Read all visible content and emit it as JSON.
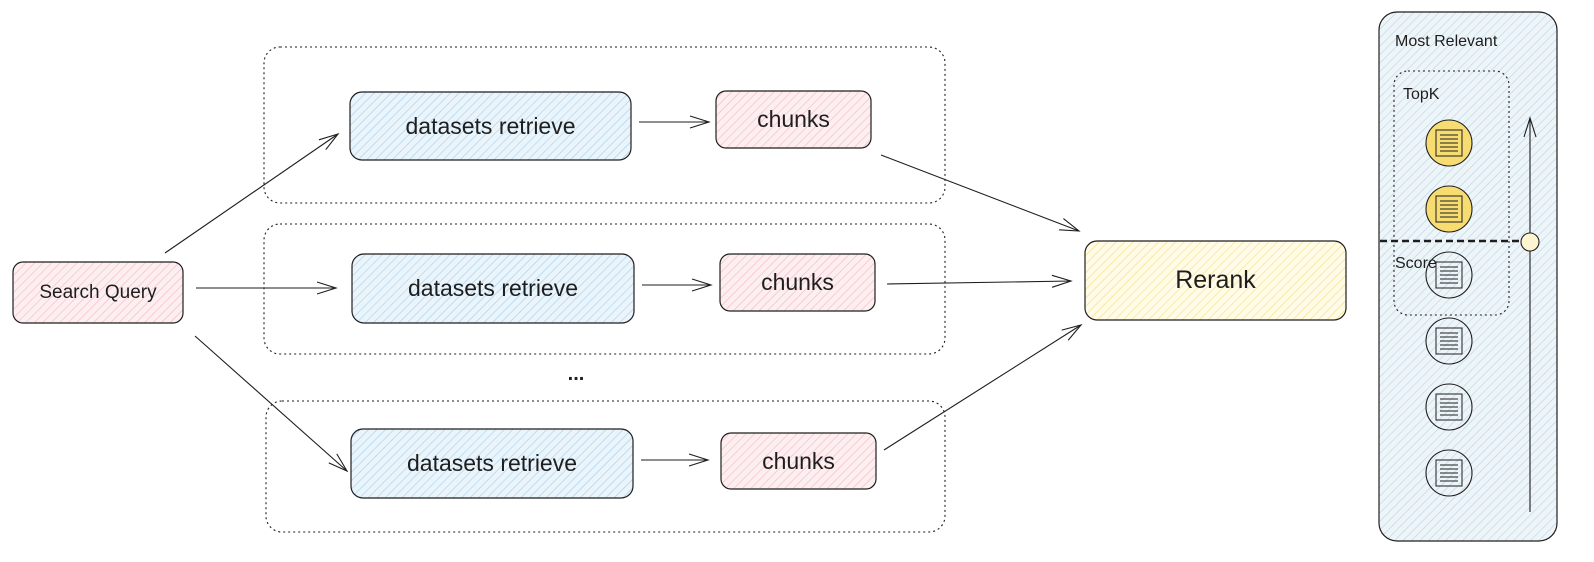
{
  "diagram": {
    "query": {
      "label": "Search Query"
    },
    "branches": [
      {
        "retrieve_label": "datasets retrieve",
        "chunks_label": "chunks"
      },
      {
        "retrieve_label": "datasets retrieve",
        "chunks_label": "chunks"
      },
      {
        "retrieve_label": "datasets retrieve",
        "chunks_label": "chunks"
      }
    ],
    "ellipsis": "...",
    "rerank": {
      "label": "Rerank"
    },
    "relevance_panel": {
      "title": "Most Relevant",
      "topk_label": "TopK",
      "score_label": "Score",
      "doc_states": [
        "selected",
        "selected",
        "plain",
        "plain",
        "plain",
        "plain"
      ]
    },
    "colors": {
      "pink_fill": "#fbe3e6",
      "blue_fill": "#dcecf8",
      "yellow_fill": "#fdf5cf",
      "panel_fill": "#e4eff5",
      "doc_selected": "#f7dc72",
      "stroke": "#1e1e1e"
    }
  }
}
